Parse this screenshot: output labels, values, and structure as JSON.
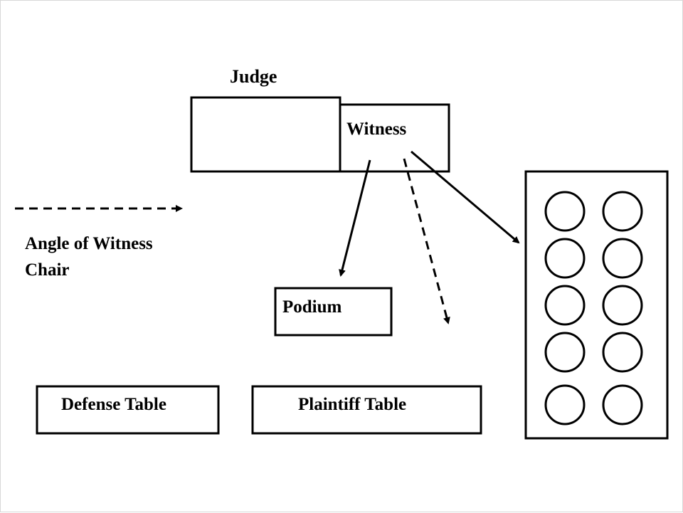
{
  "diagram": {
    "judge_label": "Judge",
    "witness_label": "Witness",
    "podium_label": "Podium",
    "defense_table_label": "Defense Table",
    "plaintiff_table_label": "Plaintiff Table",
    "legend": {
      "line1": "Angle of Witness",
      "line2": "Chair"
    }
  },
  "colors": {
    "stroke": "#000000",
    "background": "#ffffff"
  }
}
